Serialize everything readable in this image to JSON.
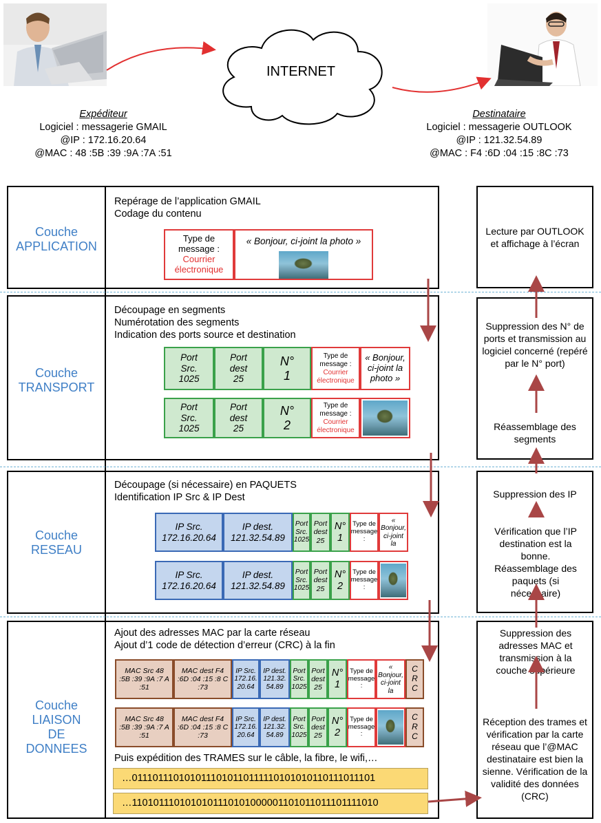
{
  "header": {
    "internet_label": "INTERNET",
    "sender": {
      "role": "Expéditeur",
      "software": "Logiciel : messagerie GMAIL",
      "ip": "@IP : 172.16.20.64",
      "mac": "@MAC : 48 :5B :39 :9A :7A :51"
    },
    "receiver": {
      "role": "Destinataire",
      "software": "Logiciel : messagerie OUTLOOK",
      "ip": "@IP : 121.32.54.89",
      "mac": "@MAC : F4 :6D :04 :15 :8C :73"
    }
  },
  "layers": {
    "application": {
      "label1": "Couche",
      "label2": "APPLICATION",
      "desc": [
        "Repérage de l’application GMAIL",
        "Codage du contenu"
      ],
      "type_label": "Type de message :",
      "type_value": "Courrier électronique",
      "message": "« Bonjour, ci-joint la photo »",
      "right": "Lecture par OUTLOOK et affichage à l’écran"
    },
    "transport": {
      "label1": "Couche",
      "label2": "TRANSPORT",
      "desc": [
        "Découpage en segments",
        "Numérotation des segments",
        "Indication des ports source et destination"
      ],
      "port_src": "Port Src. 1025",
      "port_dest": "Port dest 25",
      "n1": "N° 1",
      "n2": "N° 2",
      "type_label": "Type de message :",
      "type_value": "Courrier électronique",
      "message": "« Bonjour, ci-joint la photo »",
      "right_top": "Suppression des N° de ports et transmission au logiciel concerné (repéré par le N° port)",
      "right_bottom": "Réassemblage des segments"
    },
    "reseau": {
      "label1": "Couche",
      "label2": "RESEAU",
      "desc": [
        "Découpage (si nécessaire) en PAQUETS",
        "Identification IP Src & IP Dest"
      ],
      "ip_src": "IP Src. 172.16.20.64",
      "ip_dest": "IP dest. 121.32.54.89",
      "port_src": "Port Src. 1025",
      "port_dest": "Port dest 25",
      "n1": "N° 1",
      "n2": "N° 2",
      "type_label": "Type de message :",
      "message": "« Bonjour, ci-joint la",
      "right_top": "Suppression des IP",
      "right_bottom": "Vérification que l’IP destination est la bonne. Réassemblage des paquets (si nécessaire)"
    },
    "liaison": {
      "label1": "Couche",
      "label2": "LIAISON",
      "label3": "DE",
      "label4": "DONNEES",
      "desc": [
        "Ajout des adresses MAC par la carte réseau",
        "Ajout d’1 code de détection d’erreur (CRC) à la fin"
      ],
      "mac_src": "MAC Src 48 :5B :39 :9A :7 A :51",
      "mac_dest": "MAC dest F4 :6D :04 :15 :8 C :73",
      "ip_src": "IP Src. 172.16. 20.64",
      "ip_dest": "IP dest. 121.32. 54.89",
      "port_src": "Port Src. 1025",
      "port_dest": "Port dest 25",
      "n1": "N° 1",
      "n2": "N° 2",
      "type_label": "Type de message :",
      "message": "« Bonjour, ci-joint la",
      "crc": "C R C",
      "expedition": "Puis expédition des TRAMES sur le câble, la fibre, le wifi,…",
      "bits1": "…0111011101010111010110111110101010110111011101",
      "bits2": "…1101011101010101110101000001101011011101111010",
      "right_top": "Suppression des adresses MAC et transmission à la couche supérieure",
      "right_bottom": "Réception des trames et vérification par la carte réseau que l’@MAC destinataire est bien la sienne. Vérification de la validité des données (CRC)"
    }
  },
  "colors": {
    "layer_label": "#3f7fc6",
    "arrow": "#a94646",
    "red_text": "#e23030"
  }
}
